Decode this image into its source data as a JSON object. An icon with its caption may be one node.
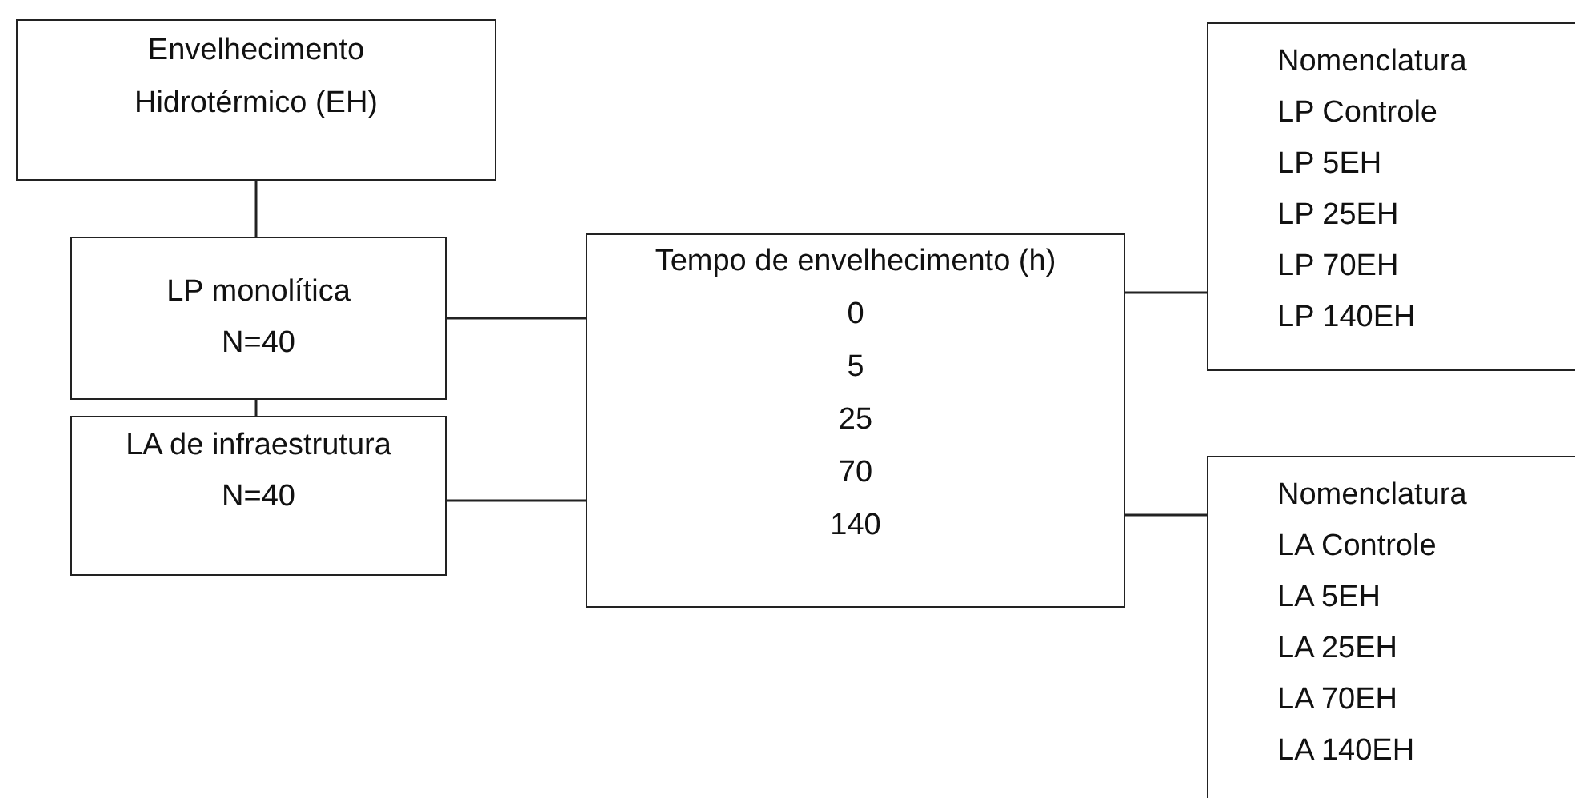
{
  "diagram": {
    "nodes": [
      {
        "text": [
          "Envelhecimento Hidrotérmico (EH)"
        ]
      },
      {
        "text": [
          "LP monolítica",
          "N=40"
        ]
      },
      {
        "text": [
          "LA de infraestrutura",
          "N=40"
        ]
      },
      {
        "text": [
          "Tempo de envelhecimento (h)",
          "0",
          "5",
          "25",
          "70",
          "140"
        ]
      },
      {
        "text": [
          "Nomenclatura",
          "LP Controle",
          "LP 5EH",
          "LP 25EH",
          "LP 70EH",
          "LP 140EH"
        ]
      },
      {
        "text": [
          "Nomenclatura",
          "LA Controle",
          "LA 5EH",
          "LA 25EH",
          "LA 70EH",
          "LA 140EH"
        ]
      }
    ],
    "edges": [
      {
        "from": 0,
        "to": 1,
        "arrow": "none"
      },
      {
        "from": 1,
        "to": 2,
        "arrow": "none"
      },
      {
        "from": 1,
        "to": 3,
        "arrow": "none"
      },
      {
        "from": 2,
        "to": 3,
        "arrow": "none"
      },
      {
        "from": 3,
        "to": 4,
        "arrow": "none"
      },
      {
        "from": 3,
        "to": 5,
        "arrow": "none"
      }
    ]
  }
}
